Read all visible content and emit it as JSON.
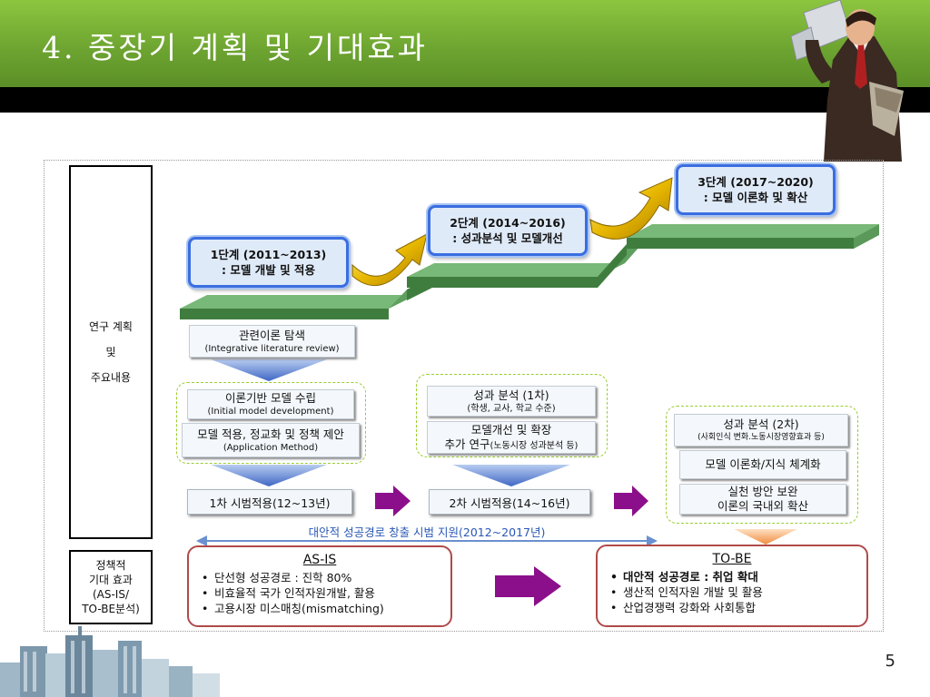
{
  "slide": {
    "title": "4. 중장기 계획 및 기대효과",
    "page_number": "5"
  },
  "side_labels": {
    "plan_line1": "연구 계획",
    "plan_line2": "및",
    "plan_line3": "주요내용",
    "policy_line1": "정책적",
    "policy_line2": "기대 효과",
    "policy_line3": "(AS-IS/",
    "policy_line4": "TO-BE분석)"
  },
  "stages": [
    {
      "name": "1단계 (2011~2013)",
      "desc": ": 모델 개발 및 적용"
    },
    {
      "name": "2단계 (2014~2016)",
      "desc": ": 성과분석 및 모델개선"
    },
    {
      "name": "3단계 (2017~2020)",
      "desc": ": 모델 이론화 및 확산"
    }
  ],
  "boxes": {
    "theory_review": {
      "main": "관련이론 탐색",
      "sub": "(Integrative literature review)"
    },
    "model_build": {
      "main": "이론기반 모델 수립",
      "sub": "(Initial model development)"
    },
    "model_apply": {
      "main": "모델 적용, 정교화 및 정책 제안",
      "sub": "(Application Method)"
    },
    "perf1": {
      "main": "성과 분석 (1차)",
      "sub": "(학생,  교사, 학교 수준)"
    },
    "model_improve": {
      "main": "모델개선 및 확장",
      "sub_main": "추가 연구",
      "sub": "(노동시장 성과분석 등)"
    },
    "perf2": {
      "main": "성과 분석 (2차)",
      "sub": "(사회인식 변화.노동시장영향효과 등)"
    },
    "theorize": {
      "main": "모델 이론화/지식 체계화"
    },
    "practice": {
      "line1": "실천 방안 보완",
      "line2": "이론의 국내외 확산"
    }
  },
  "pilots": {
    "first": "1차 시범적용(12~13년)",
    "second": "2차 시범적용(14~16년)"
  },
  "banner": "대안적 성공경로 창출 시범 지원(2012~2017년)",
  "as_is": {
    "title": "AS-IS",
    "items": [
      "단선형 성공경로 : 진학 80%",
      "비효율적 국가 인적자원개발, 활용",
      "고용시장 미스매칭(mismatching)"
    ]
  },
  "to_be": {
    "title": "TO-BE",
    "items": [
      "대안적 성공경로 : 취업 확대",
      "생산적 인적자원 개발 및 활용",
      "산업경쟁력 강화와 사회통합"
    ]
  },
  "colors": {
    "title_green": "#6ea531",
    "stage_border": "#3a6ee0",
    "staircase_green": "#4e8f4e",
    "arrow_gold": "#e2b400",
    "arrow_purple": "#8b0f8b",
    "down_arrow_blue": "#4d74c9",
    "banner_blue": "#2a58b5",
    "red_border": "#b04a4a"
  }
}
